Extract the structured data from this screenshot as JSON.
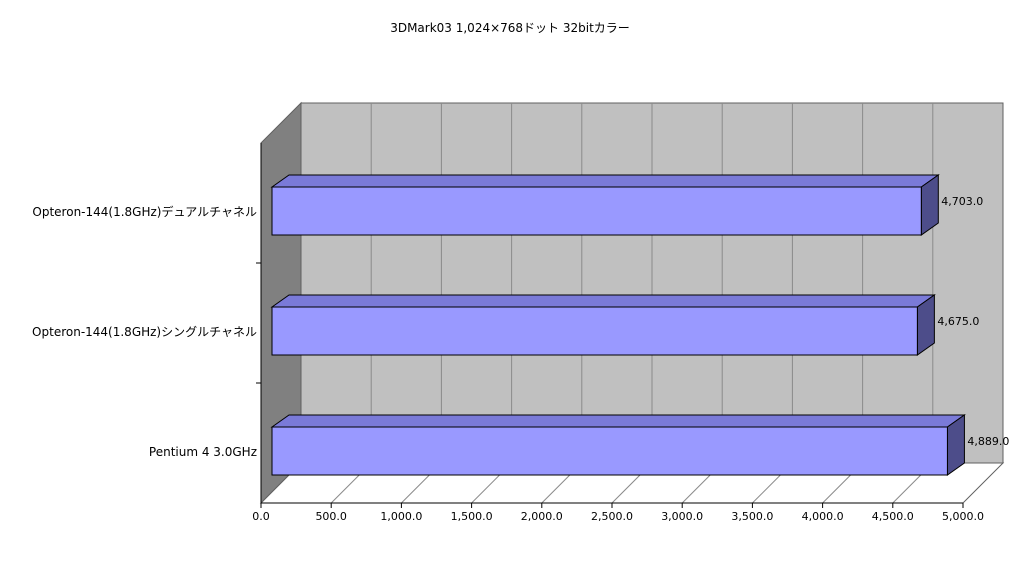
{
  "chart_data": {
    "type": "bar",
    "orientation": "horizontal",
    "style": "3d",
    "title": "3DMark03 1,024×768ドット 32bitカラー",
    "categories": [
      "Opteron-144(1.8GHz)デュアルチャネル",
      "Opteron-144(1.8GHz)シングルチャネル",
      "Pentium 4 3.0GHz"
    ],
    "values": [
      4703.0,
      4675.0,
      4889.0
    ],
    "value_labels": [
      "4,703.0",
      "4,675.0",
      "4,889.0"
    ],
    "xlim": [
      0,
      5000
    ],
    "ticks": [
      0,
      500,
      1000,
      1500,
      2000,
      2500,
      3000,
      3500,
      4000,
      4500,
      5000
    ],
    "tick_labels": [
      "0.0",
      "500.0",
      "1,000.0",
      "1,500.0",
      "2,000.0",
      "2,500.0",
      "3,000.0",
      "3,500.0",
      "4,000.0",
      "4,500.0",
      "5,000.0"
    ],
    "grid": true,
    "legend": "none",
    "colors": {
      "bar_front": "#9999ff",
      "bar_top": "#7a7ad8",
      "bar_side": "#4d4d8a",
      "back_wall": "#c0c0c0",
      "side_wall": "#808080",
      "floor": "#ffffff",
      "gridline": "#8a8a8a"
    }
  }
}
